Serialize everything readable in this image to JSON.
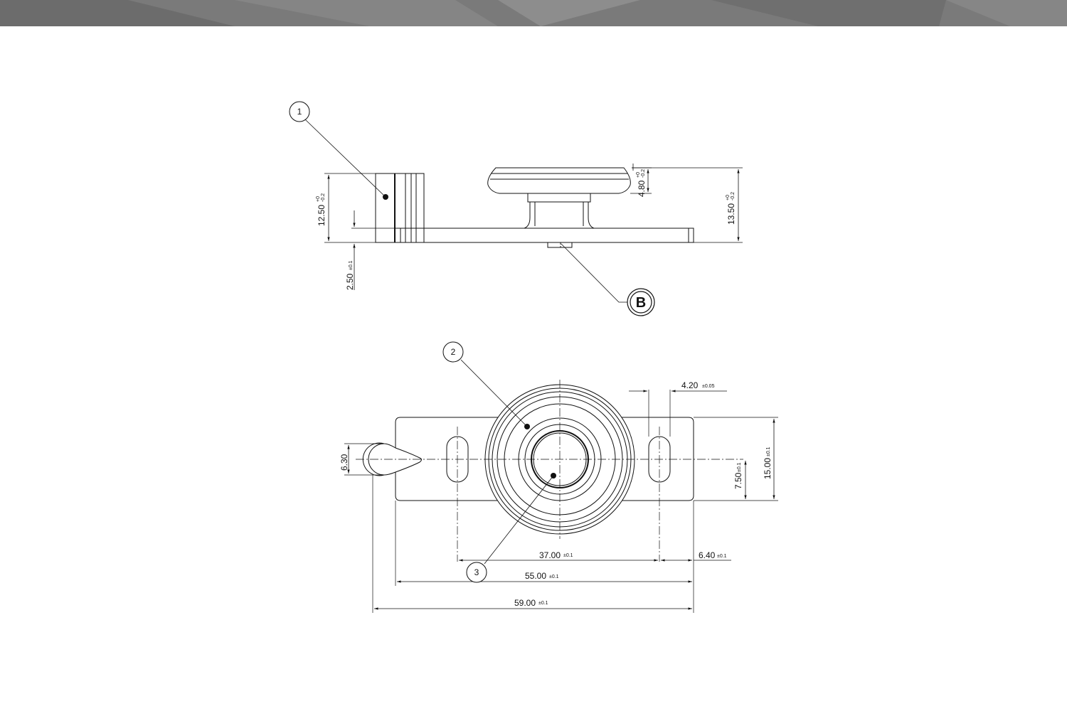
{
  "header": {
    "color": "#7a7a7a"
  },
  "callouts": {
    "c1": "1",
    "c2": "2",
    "c3": "3",
    "cb": "B"
  },
  "side_view": {
    "dim_left_height": {
      "value": "12.50",
      "tol_upper": "+0",
      "tol_lower": "-0.2"
    },
    "dim_plate_thickness": {
      "value": "2.50",
      "tol": "±0.1"
    },
    "dim_cap_height": {
      "value": "4.80",
      "tol_upper": "+0",
      "tol_lower": "-0.2"
    },
    "dim_total_height": {
      "value": "13.50",
      "tol_upper": "+0",
      "tol_lower": "-0.2"
    }
  },
  "top_view": {
    "dim_slot_width": {
      "value": "4.20",
      "tol": "±0.05"
    },
    "dim_keyhole": {
      "value": "6.30"
    },
    "dim_half_width": {
      "value": "7.50",
      "tol": "±0.1"
    },
    "dim_width": {
      "value": "15.00",
      "tol": "±0.1"
    },
    "dim_slot_pitch": {
      "value": "37.00",
      "tol": "±0.1"
    },
    "dim_slot_edge": {
      "value": "6.40",
      "tol": "±0.1"
    },
    "dim_plate_length": {
      "value": "55.00",
      "tol": "±0.1"
    },
    "dim_overall_length": {
      "value": "59.00",
      "tol": "±0.1"
    }
  }
}
